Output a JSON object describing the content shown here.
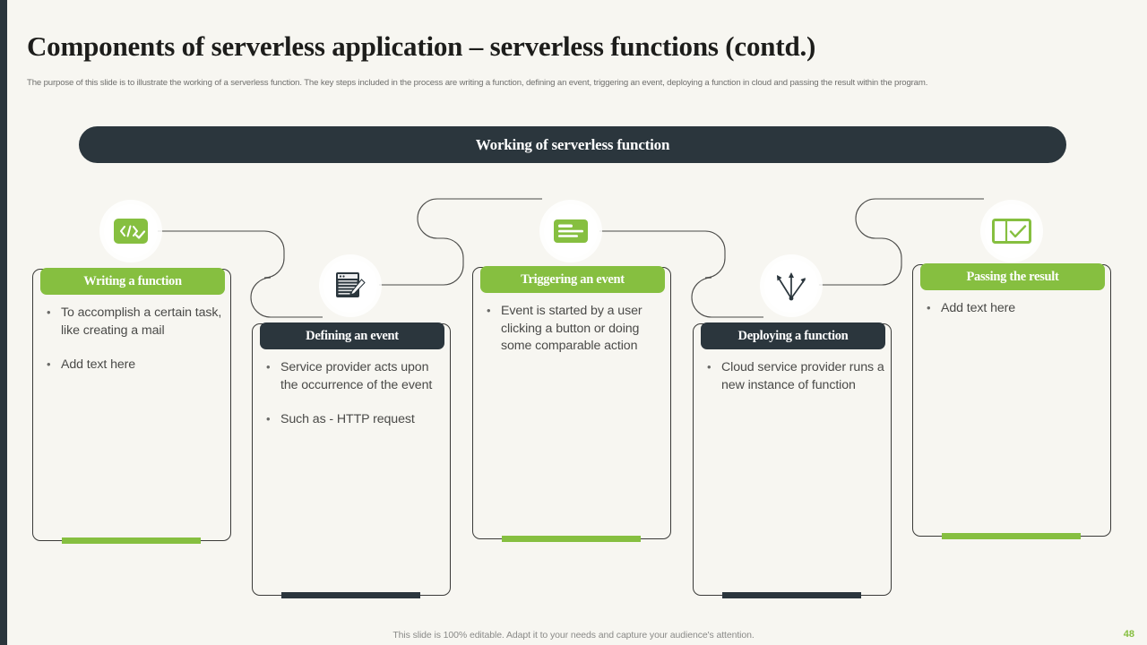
{
  "slide": {
    "title": "Components of serverless application – serverless functions (contd.)",
    "subtitle": "The purpose of this slide is to illustrate the working of a serverless function. The key steps included in the process are writing a function, defining an event, triggering an event,  deploying a function in cloud and passing the result within the program.",
    "banner_label": "Working of serverless function",
    "footer_note": "This slide is 100% editable. Adapt it to your needs and capture your audience's attention.",
    "page_number": "48"
  },
  "colors": {
    "background": "#f7f6f1",
    "green": "#86bf40",
    "dark": "#2b363d",
    "body_text": "#4a4a48",
    "title_text": "#1d1d1b"
  },
  "steps": [
    {
      "id": "writing-a-function",
      "title": "Writing a function",
      "theme": "green",
      "icon": "code-check-icon",
      "bullets": [
        "To accomplish a certain task, like creating a mail",
        "Add text here"
      ]
    },
    {
      "id": "defining-an-event",
      "title": "Defining an event",
      "theme": "dark",
      "icon": "document-pen-icon",
      "bullets": [
        "Service provider acts upon the occurrence  of the event",
        "Such as - HTTP request"
      ]
    },
    {
      "id": "triggering-an-event",
      "title": "Triggering an event",
      "theme": "green",
      "icon": "form-lines-icon",
      "bullets": [
        "Event is started by a user clicking a button  or doing some comparable action"
      ]
    },
    {
      "id": "deploying-a-function",
      "title": "Deploying a function",
      "theme": "dark",
      "icon": "distribute-arrows-icon",
      "bullets": [
        "Cloud service provider runs a new instance  of function"
      ]
    },
    {
      "id": "passing-the-result",
      "title": "Passing the result",
      "theme": "green",
      "icon": "checkbox-tick-icon",
      "bullets": [
        "Add text here"
      ]
    }
  ]
}
